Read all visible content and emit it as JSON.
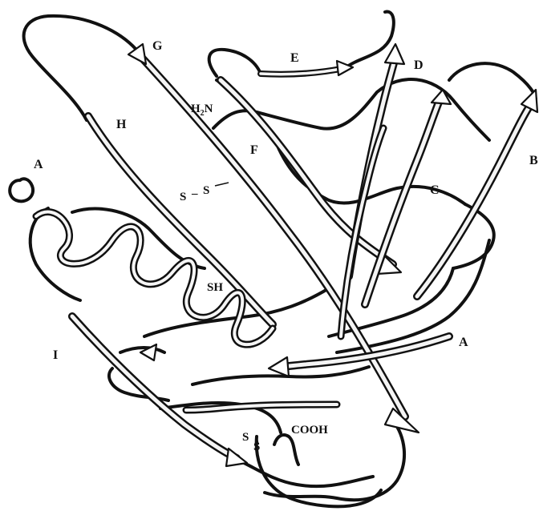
{
  "figure": {
    "strand_labels": {
      "G": "G",
      "E": "E",
      "D": "D",
      "H": "H",
      "B": "B",
      "F": "F",
      "C": "C",
      "A_top": "A",
      "A_right": "A",
      "I": "I"
    },
    "terminal_labels": {
      "n_terminus_H": "H",
      "n_terminus_sub": "2",
      "n_terminus_N": "N",
      "c_terminus": "COOH"
    },
    "bond_labels": {
      "upper_s1": "S",
      "upper_dash": "–",
      "upper_s2": "S",
      "lower_s1": "S",
      "lower_s2": "S",
      "thiol": "SH"
    },
    "colors": {
      "line": "#111111",
      "fill": "#ffffff"
    }
  }
}
